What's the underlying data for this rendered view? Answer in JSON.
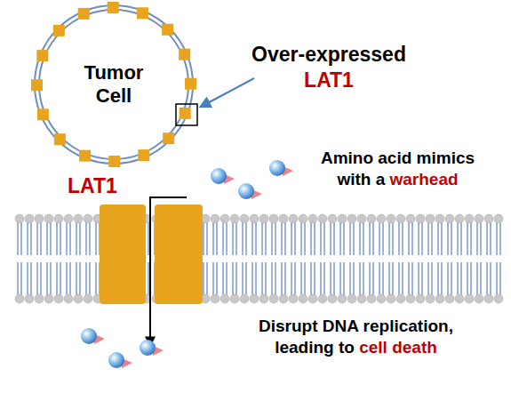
{
  "diagram": {
    "nodes": [
      {
        "text": [
          "Tumor Cell"
        ]
      },
      {
        "text": [
          "LAT1"
        ]
      }
    ],
    "labels": [
      "Over-expressed LAT1",
      "Amino acid mimics with a warhead",
      "Disrupt DNA replication, leading to cell death"
    ]
  }
}
